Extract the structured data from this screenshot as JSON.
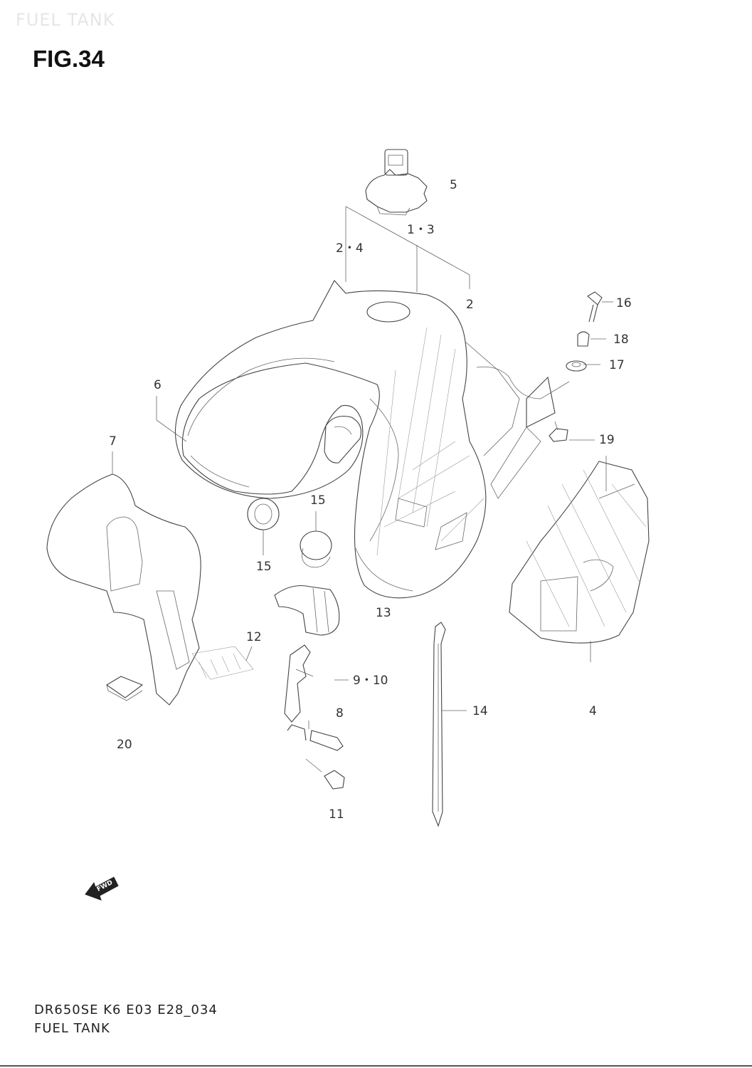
{
  "watermark": "FUEL TANK",
  "figure": {
    "title": "FIG.34"
  },
  "footer": {
    "code": "DR650SE K6 E03 E28_034",
    "name": "FUEL TANK"
  },
  "fwd_label": "FWD",
  "callouts": {
    "c5": "5",
    "c1_3": "1・3",
    "c2_4": "2・4",
    "c2": "2",
    "c16": "16",
    "c18": "18",
    "c17": "17",
    "c6": "6",
    "c19": "19",
    "c7": "7",
    "c15a": "15",
    "c15b": "15",
    "c13": "13",
    "c12": "12",
    "c9_10": "9・10",
    "c8": "8",
    "c14": "14",
    "c4": "4",
    "c20": "20",
    "c11": "11"
  }
}
